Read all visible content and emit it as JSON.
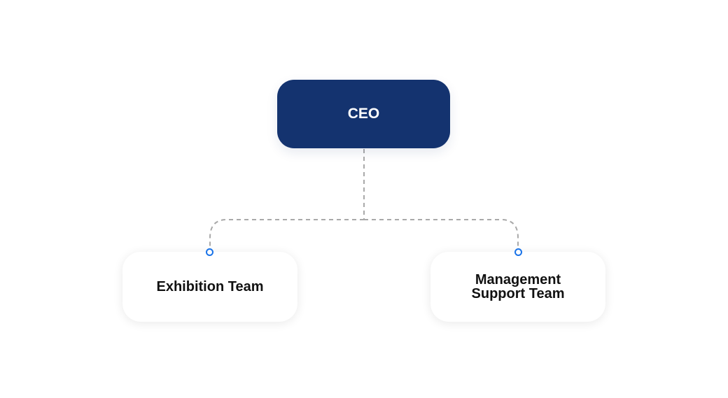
{
  "diagram": {
    "type": "org-chart",
    "root": {
      "label": "CEO"
    },
    "children": [
      {
        "label": "Exhibition Team"
      },
      {
        "label": "Management Support Team"
      }
    ],
    "colors": {
      "root_fill": "#14336f",
      "root_text": "#ffffff",
      "child_fill": "#ffffff",
      "child_text": "#111111",
      "connector": "#a9a9a9",
      "anchor_dot": "#1a73e8"
    }
  }
}
